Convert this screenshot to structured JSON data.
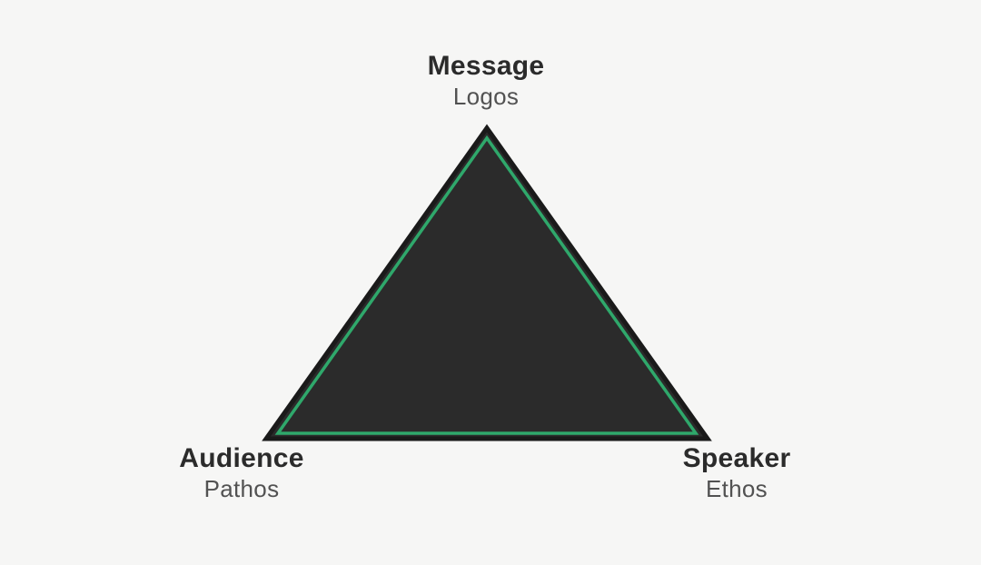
{
  "diagram": {
    "background_color": "#f6f6f5",
    "triangle": {
      "fill_color": "#2b2b2b",
      "outer_stroke_color": "#1a1a1a",
      "inner_stroke_color": "#2fa86b"
    },
    "vertices": {
      "top": {
        "label": "Message",
        "sublabel": "Logos"
      },
      "bottom_left": {
        "label": "Audience",
        "sublabel": "Pathos"
      },
      "bottom_right": {
        "label": "Speaker",
        "sublabel": "Ethos"
      }
    },
    "text": {
      "label_color": "#2b2b2b",
      "sublabel_color": "#525252"
    }
  }
}
